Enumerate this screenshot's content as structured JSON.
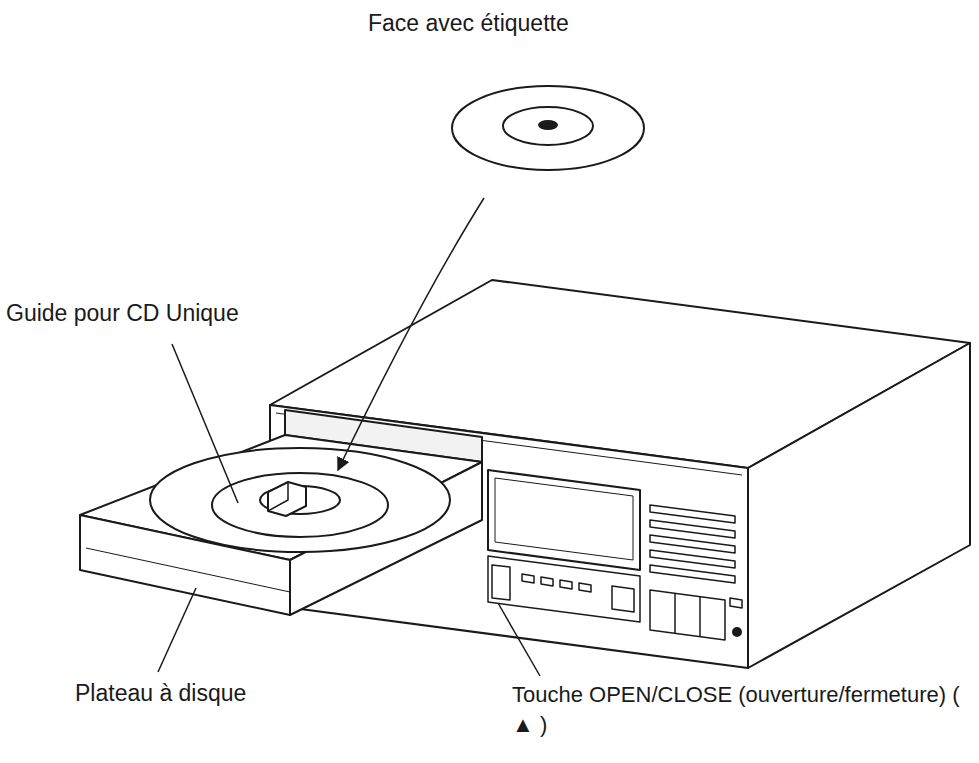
{
  "diagram": {
    "labels": [
      "Face avec étiquette",
      "Guide pour CD Unique",
      "Plateau à disque",
      "Touche OPEN/CLOSE (ouverture/fermeture) ( ▲ )"
    ]
  }
}
